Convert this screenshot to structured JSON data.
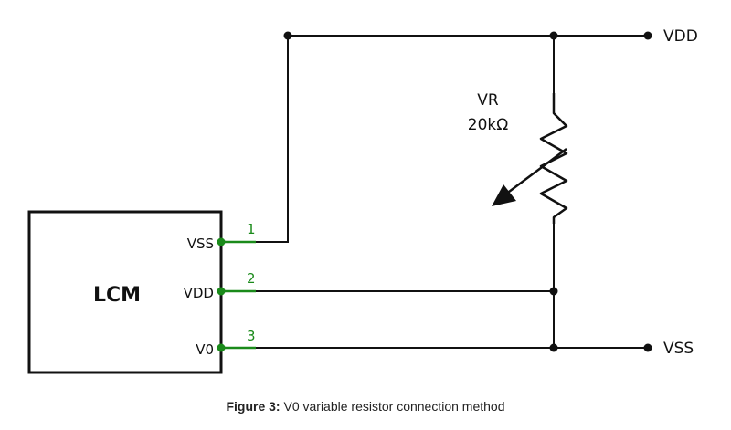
{
  "diagram": {
    "lcm_label": "LCM",
    "pins": [
      {
        "name": "VSS",
        "number": "1"
      },
      {
        "name": "VDD",
        "number": "2"
      },
      {
        "name": "V0",
        "number": "3"
      }
    ],
    "rails": {
      "top": "VDD",
      "bottom": "VSS"
    },
    "resistor": {
      "name": "VR",
      "value": "20kΩ"
    },
    "colors": {
      "wire": "#111111",
      "pin": "#1a8a1a"
    }
  },
  "caption": {
    "prefix": "Figure 3:",
    "text": " V0 variable resistor connection method"
  }
}
